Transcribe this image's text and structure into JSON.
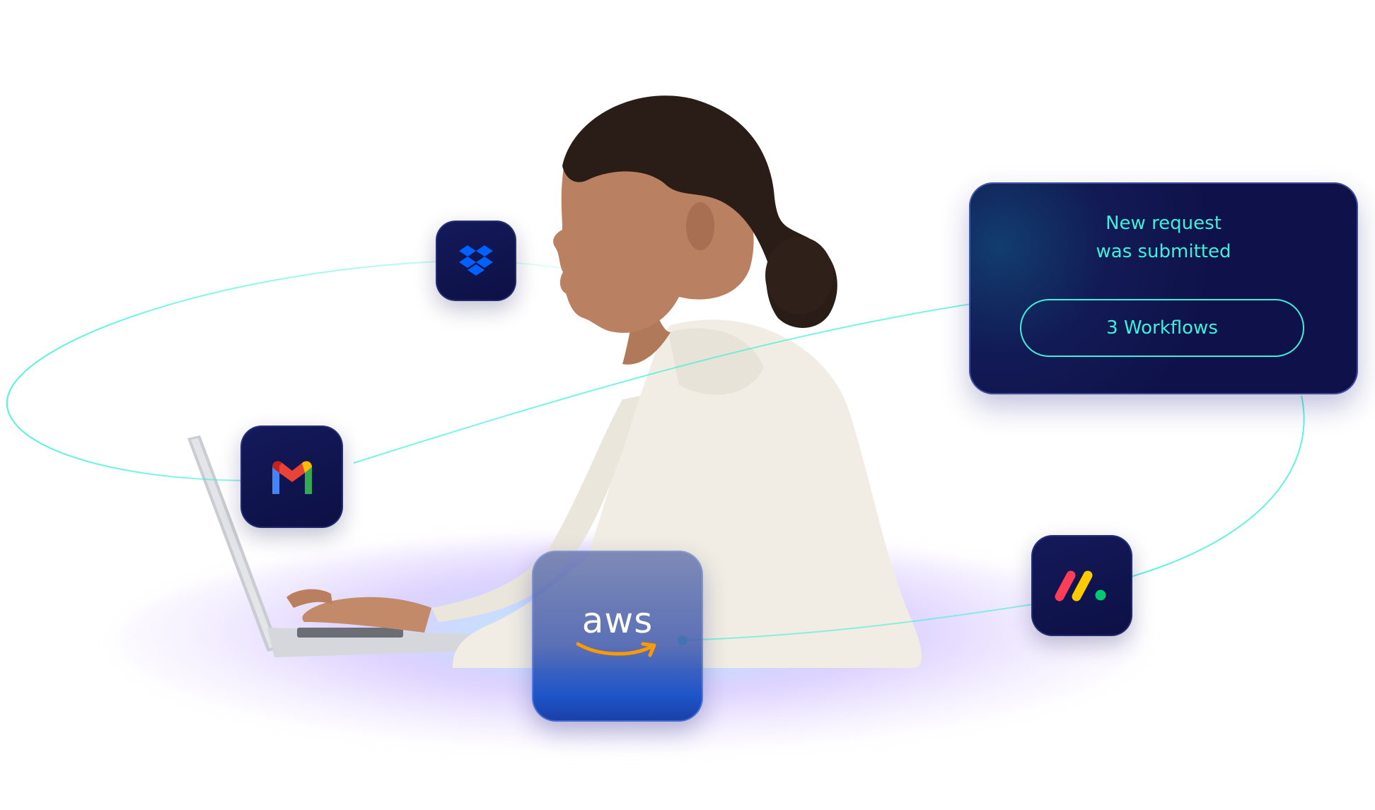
{
  "notification": {
    "title": "New request\nwas submitted",
    "button_label": "3 Workflows"
  },
  "integrations": [
    {
      "name": "Dropbox",
      "icon": "dropbox-icon"
    },
    {
      "name": "Gmail",
      "icon": "gmail-icon"
    },
    {
      "name": "AWS",
      "icon": "aws-icon",
      "label": "aws"
    },
    {
      "name": "monday.com",
      "icon": "monday-icon"
    }
  ],
  "colors": {
    "accent": "#3ff0d8",
    "tile_bg": "#111550",
    "card_bg": "#0f124a",
    "gmail_red": "#ea4335",
    "gmail_blue": "#4285f4",
    "gmail_green": "#34a853",
    "gmail_yellow": "#fbbc04",
    "dropbox_blue": "#0061ff",
    "aws_orange": "#ff9900",
    "monday_red": "#ff3d57",
    "monday_yellow": "#ffcb00",
    "monday_green": "#00ca72"
  }
}
